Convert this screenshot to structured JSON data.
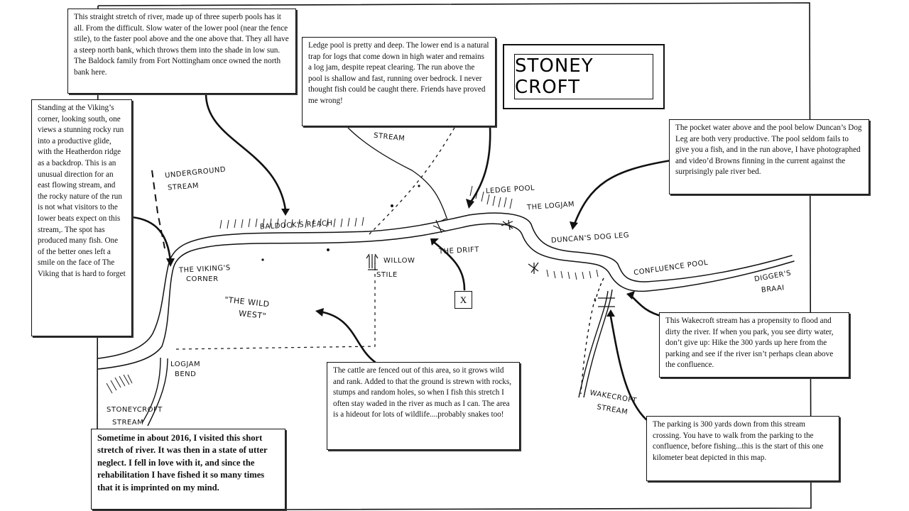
{
  "title": "STONEY CROFT",
  "marker": "X",
  "callouts": {
    "baldocks_reach": "This straight stretch of river, made up of three superb pools has it all. From the difficult. Slow water of the lower pool (near the fence stile), to the faster pool above and the one above that. They all have a steep north bank, which throws them into the shade in low sun. The Baldock family from Fort Nottingham once owned the north bank here.",
    "ledge_pool": "Ledge pool is pretty and deep. The lower end is a natural trap for logs that come down in high water and remains a log jam, despite repeat clearing. The run above the pool is shallow and fast, running over bedrock. I never thought fish could be caught there. Friends have proved me wrong!",
    "duncans_dog_leg": "The pocket water above and the pool below Duncan’s Dog Leg are both very productive. The pool seldom fails to give you a fish, and in the run above, I have photographed and video’d Browns finning in the current against the surprisingly pale river bed.",
    "vikings_corner": "Standing at the Viking’s corner, looking south, one views a stunning rocky run into a productive glide, with the Heatherdon ridge as a backdrop. This is an unusual direction for an east flowing stream, and the rocky nature of the run is not what visitors to the lower beats expect on this stream,. The spot has produced many fish. One of the better ones left a smile on the face of The Viking that is hard to forget",
    "wild_west": "The cattle are fenced out of this area, so it grows wild and rank. Added to that the ground is strewn with rocks, stumps and random holes, so when I fish this stretch I often stay waded in the river as much as I can. The area is a hideout for lots of wildlife....probably snakes too!",
    "wakecroft": "This Wakecroft stream has a propensity to flood and dirty the river. If when you park, you see dirty water, don’t give up: Hike the 300 yards up here from the parking and see if the river isn’t perhaps clean above the confluence.",
    "parking": "The parking is 300 yards down from this stream crossing. You have to walk from the parking to the confluence, before fishing...this is the start of this one kilometer beat depicted in this map.",
    "intro": "Sometime in about 2016, I visited this short stretch of river. It was then in a state of utter neglect. I fell in love with it, and since the rehabilitation I have fished it so many times that it is imprinted on my mind."
  },
  "labels": {
    "stream": "STREAM",
    "underground_stream_1": "UNDERGROUND",
    "underground_stream_2": "STREAM",
    "baldocks_reach": "BALDOCK'S REACH",
    "ledge_pool": "LEDGE POOL",
    "the_logjam": "THE LOGJAM",
    "duncans_dog_leg": "DUNCAN'S DOG LEG",
    "confluence_pool": "CONFLUENCE POOL",
    "diggers_brain_1": "DIGGER'S",
    "diggers_brain_2": "BRAAI",
    "the_drift": "THE DRIFT",
    "willow": "WILLOW",
    "stile": "STILE",
    "vikings_corner_1": "THE VIKING'S",
    "vikings_corner_2": "CORNER",
    "wild_west_1": "\"THE WILD",
    "wild_west_2": "WEST\"",
    "logjam_bend_1": "LOGJAM",
    "logjam_bend_2": "BEND",
    "stoneycroft_stream_1": "STONEYCROFT",
    "stoneycroft_stream_2": "STREAM",
    "wakecroft_stream_1": "WAKECROFT",
    "wakecroft_stream_2": "STREAM"
  }
}
